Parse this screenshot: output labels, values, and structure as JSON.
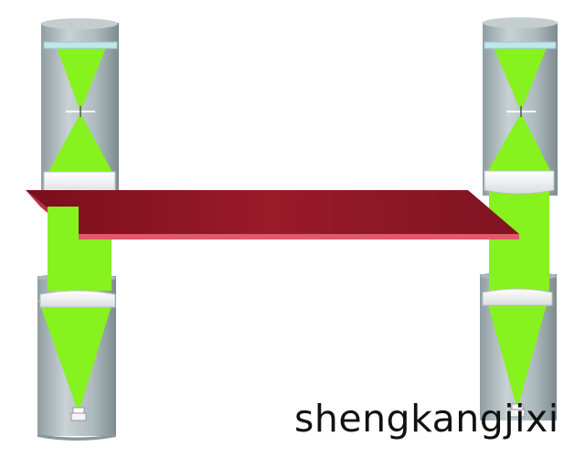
{
  "watermark": {
    "text": "shengkangjixi"
  },
  "colors": {
    "beam": "#86f21e",
    "plate_top": "#8e1724",
    "plate_edge": "#e05a6c",
    "tube": "#b7c3c6",
    "lens": "#f2f4f4",
    "collimator_glass": "#bfe7ee"
  },
  "components": [
    {
      "name": "upper-left-tube"
    },
    {
      "name": "upper-right-tube"
    },
    {
      "name": "lower-left-tube"
    },
    {
      "name": "lower-right-tube"
    },
    {
      "name": "test-plate"
    }
  ]
}
